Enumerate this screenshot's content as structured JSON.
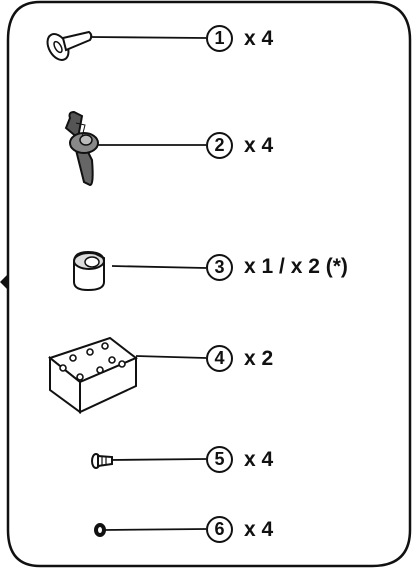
{
  "parts": [
    {
      "number": "1",
      "quantity": "x 4",
      "icon": "pin-icon"
    },
    {
      "number": "2",
      "quantity": "x 4",
      "icon": "wing-nut-icon"
    },
    {
      "number": "3",
      "quantity": "x 1 / x 2 (*)",
      "icon": "clip-icon"
    },
    {
      "number": "4",
      "quantity": "x 2",
      "icon": "mounting-plate-icon"
    },
    {
      "number": "5",
      "quantity": "x 4",
      "icon": "screw-icon"
    },
    {
      "number": "6",
      "quantity": "x 4",
      "icon": "nut-icon"
    }
  ],
  "colors": {
    "line": "#111111",
    "background": "#ffffff"
  }
}
